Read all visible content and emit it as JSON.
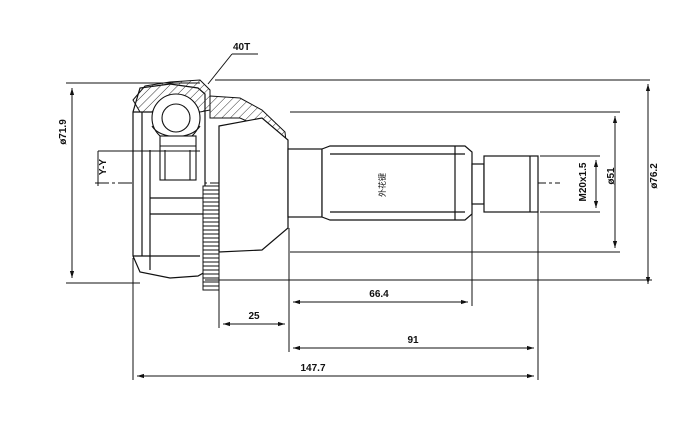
{
  "drawing": {
    "tooth_count": "40T",
    "section_label": "Y-Y",
    "dim_outer_diameter": "ø71.9",
    "dim_total_diameter": "ø76.2",
    "dim_seal_diameter": "ø51",
    "dim_thread": "M20x1.5",
    "dim_25": "25",
    "dim_66_4": "66.4",
    "dim_91": "91",
    "dim_147_7": "147.7",
    "spline_note": "外花键"
  },
  "colors": {
    "line": "#111111",
    "hatch": "#333333",
    "background": "#ffffff"
  }
}
